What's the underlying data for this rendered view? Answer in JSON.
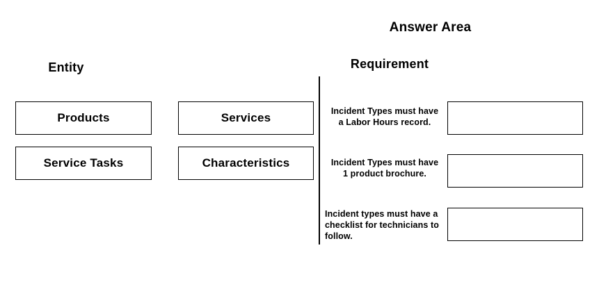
{
  "page": {
    "answer_area_title": "Answer Area"
  },
  "columns": {
    "entity_header": "Entity",
    "requirement_header": "Requirement"
  },
  "entity_options": [
    {
      "label": "Products"
    },
    {
      "label": "Services"
    },
    {
      "label": "Service Tasks"
    },
    {
      "label": "Characteristics"
    }
  ],
  "requirements": [
    {
      "text": "Incident Types must have\na Labor Hours record.",
      "answer": ""
    },
    {
      "text": "Incident Types must have\n 1 product brochure.",
      "answer": ""
    },
    {
      "text": "Incident types must have a\nchecklist for technicians to\nfollow.",
      "answer": ""
    }
  ],
  "colors": {
    "background": "#ffffff",
    "text": "#000000",
    "border": "#000000"
  }
}
